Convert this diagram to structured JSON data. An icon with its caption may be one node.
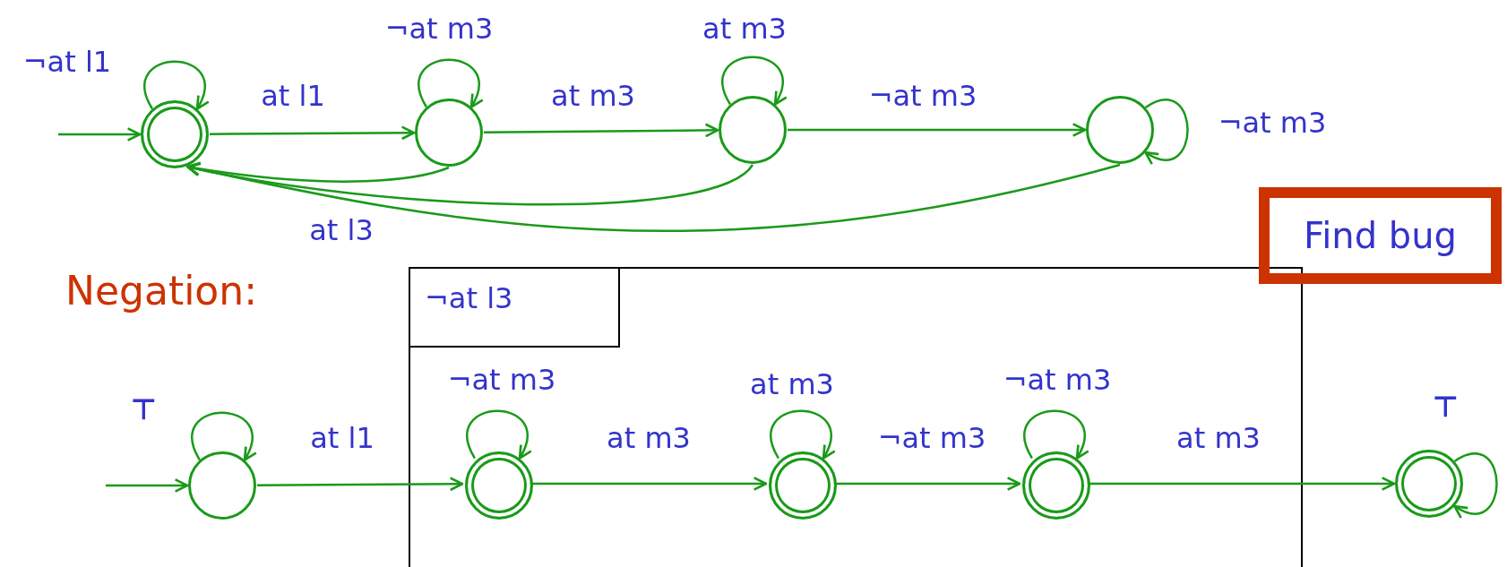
{
  "diagram": {
    "nodes": [
      {
        "text": [],
        "shape": "circle"
      },
      {
        "text": [],
        "shape": "circle"
      },
      {
        "text": [],
        "shape": "circle"
      },
      {
        "text": [],
        "shape": "circle"
      },
      {
        "text": [
          "Find bug"
        ]
      },
      {
        "text": [
          "¬at l3"
        ]
      },
      {
        "text": [],
        "shape": "circle"
      },
      {
        "text": [],
        "shape": "circle",
        "in": 5
      },
      {
        "text": [],
        "shape": "circle",
        "in": 5
      },
      {
        "text": [],
        "shape": "circle",
        "in": 5
      },
      {
        "text": [],
        "shape": "circle"
      }
    ],
    "edges": [
      {
        "from": null,
        "to": 0,
        "arrow": "to"
      },
      {
        "from": 0,
        "to": 0,
        "arrow": "to",
        "label": "¬at l1"
      },
      {
        "from": 0,
        "to": 1,
        "arrow": "to",
        "label": "at l1"
      },
      {
        "from": 1,
        "to": 1,
        "arrow": "to",
        "label": "¬at m3"
      },
      {
        "from": 1,
        "to": 2,
        "arrow": "to",
        "label": "at m3"
      },
      {
        "from": 2,
        "to": 2,
        "arrow": "to",
        "label": "at m3"
      },
      {
        "from": 2,
        "to": 3,
        "arrow": "to",
        "label": "¬at m3"
      },
      {
        "from": 3,
        "to": 3,
        "arrow": "to",
        "label": "¬at m3"
      },
      {
        "from": 1,
        "to": 0,
        "arrow": "to",
        "label": "at l3"
      },
      {
        "from": 2,
        "to": 0,
        "arrow": "to"
      },
      {
        "from": 3,
        "to": 0,
        "arrow": "to"
      },
      {
        "from": null,
        "to": 6,
        "arrow": "to"
      },
      {
        "from": 6,
        "to": 6,
        "arrow": "to",
        "label": "⊤"
      },
      {
        "from": 6,
        "to": 7,
        "arrow": "to",
        "label": "at l1"
      },
      {
        "from": 7,
        "to": 7,
        "arrow": "to",
        "label": "¬at m3"
      },
      {
        "from": 7,
        "to": 8,
        "arrow": "to",
        "label": "at m3"
      },
      {
        "from": 8,
        "to": 8,
        "arrow": "to",
        "label": "at m3"
      },
      {
        "from": 8,
        "to": 9,
        "arrow": "to",
        "label": "¬at m3"
      },
      {
        "from": 9,
        "to": 9,
        "arrow": "to",
        "label": "¬at m3"
      },
      {
        "from": 9,
        "to": 10,
        "arrow": "to",
        "label": "at m3"
      },
      {
        "from": 10,
        "to": 10,
        "arrow": "to",
        "label": "⊤"
      }
    ],
    "labels": [
      "Negation:"
    ]
  }
}
